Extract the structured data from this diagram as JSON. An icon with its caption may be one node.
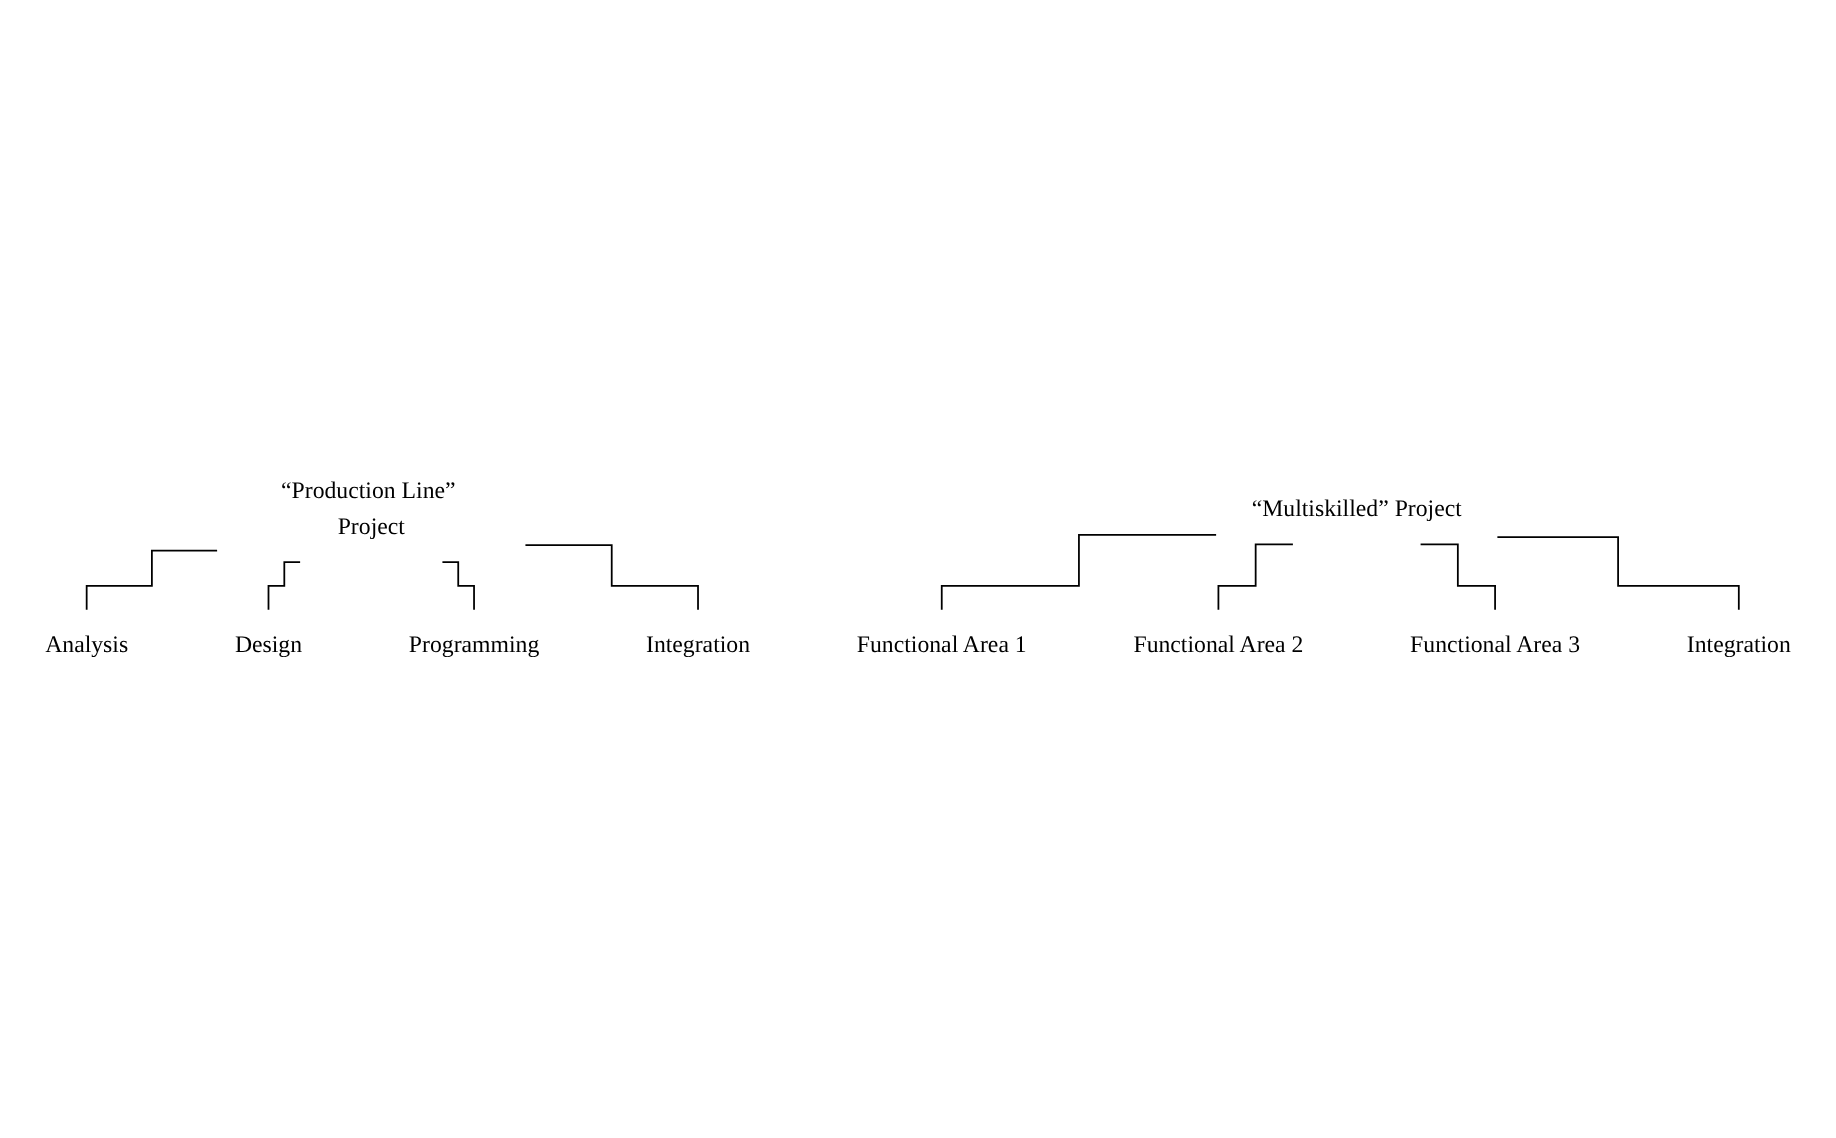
{
  "diagram": {
    "nodes": [
      {
        "text": [
          "“Production Line” Project"
        ]
      },
      {
        "text": [
          "Analysis"
        ]
      },
      {
        "text": [
          "Design"
        ]
      },
      {
        "text": [
          "Programming"
        ]
      },
      {
        "text": [
          "Integration"
        ]
      },
      {
        "text": [
          "“Multiskilled” Project"
        ]
      },
      {
        "text": [
          "Functional Area 1"
        ]
      },
      {
        "text": [
          "Functional Area 2"
        ]
      },
      {
        "text": [
          "Functional Area 3"
        ]
      },
      {
        "text": [
          "Integration"
        ]
      }
    ],
    "edges": [
      {
        "from": 0,
        "to": 1,
        "arrow": "none"
      },
      {
        "from": 0,
        "to": 2,
        "arrow": "none"
      },
      {
        "from": 0,
        "to": 3,
        "arrow": "none"
      },
      {
        "from": 0,
        "to": 4,
        "arrow": "none"
      },
      {
        "from": 5,
        "to": 6,
        "arrow": "none"
      },
      {
        "from": 5,
        "to": 7,
        "arrow": "none"
      },
      {
        "from": 5,
        "to": 8,
        "arrow": "none"
      },
      {
        "from": 5,
        "to": 9,
        "arrow": "none"
      }
    ]
  }
}
